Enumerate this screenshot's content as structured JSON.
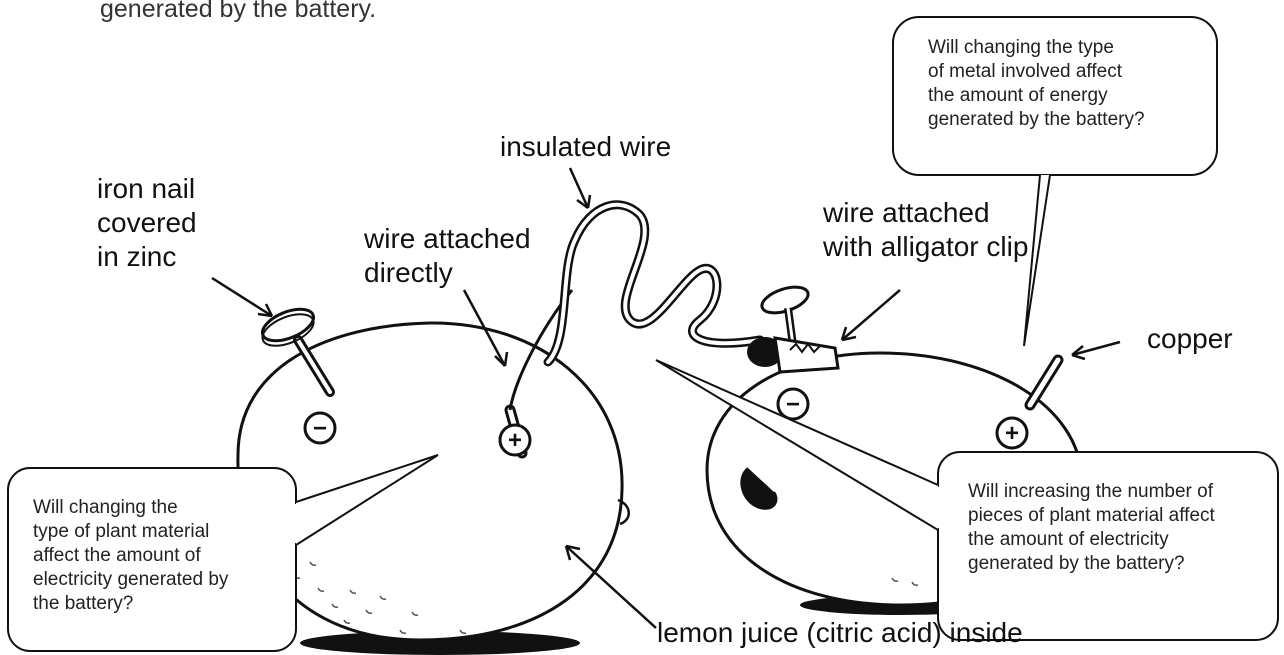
{
  "top_text": "generated by the battery.",
  "labels": {
    "iron_nail": "iron nail\ncovered\nin zinc",
    "wire_direct": "wire attached\ndirectly",
    "insulated_wire": "insulated wire",
    "wire_clip": "wire attached\nwith alligator clip",
    "copper": "copper",
    "lemon_juice": "lemon juice (citric acid) inside"
  },
  "terminals": {
    "negative": "−",
    "positive": "+"
  },
  "bubbles": {
    "metal_type": "Will changing the type\nof metal involved affect\nthe amount of energy\ngenerated by the battery?",
    "plant_type": "Will changing the\ntype of plant material\naffect the amount of\nelectricity generated by\nthe battery?",
    "pieces": "Will increasing the number of\npieces of plant material affect\nthe amount of electricity\ngenerated by the battery?"
  }
}
